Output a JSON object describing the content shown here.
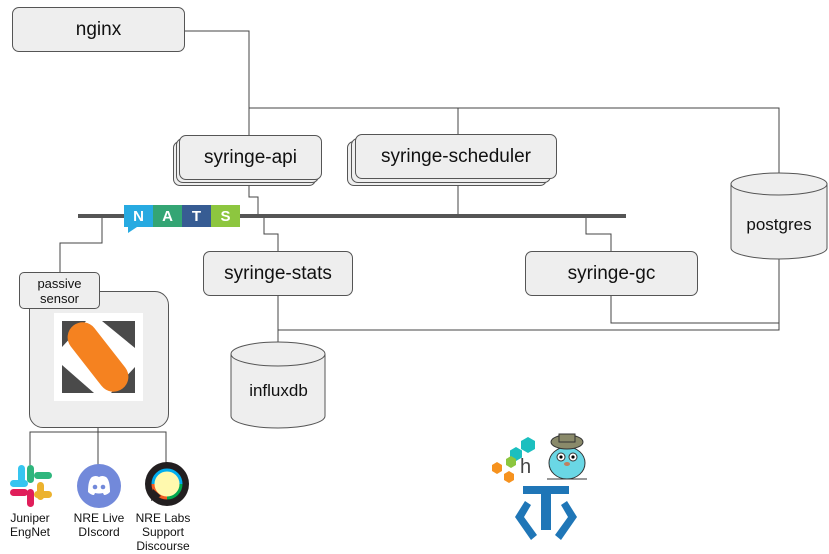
{
  "nodes": {
    "nginx": "nginx",
    "syringe_api": "syringe-api",
    "syringe_scheduler": "syringe-scheduler",
    "syringe_stats": "syringe-stats",
    "syringe_gc": "syringe-gc",
    "postgres": "postgres",
    "influxdb": "influxdb",
    "passive_sensor": "passive sensor"
  },
  "bus": {
    "letters": [
      "N",
      "A",
      "T",
      "S"
    ],
    "colors": [
      "#27aae1",
      "#34a574",
      "#375c93",
      "#8dc63f"
    ]
  },
  "consumers": [
    {
      "label_lines": [
        "Juniper",
        "EngNet"
      ],
      "icon": "slack-icon"
    },
    {
      "label_lines": [
        "NRE Live",
        "DIscord"
      ],
      "icon": "discord-icon"
    },
    {
      "label_lines": [
        "NRE Labs",
        "Support",
        "Discourse"
      ],
      "icon": "discourse-icon"
    }
  ],
  "logos": {
    "h_letter": "h"
  },
  "colors": {
    "box_fill": "#eeeeee",
    "line": "#444444",
    "bus": "#555555",
    "sensor_orange": "#f58220"
  }
}
